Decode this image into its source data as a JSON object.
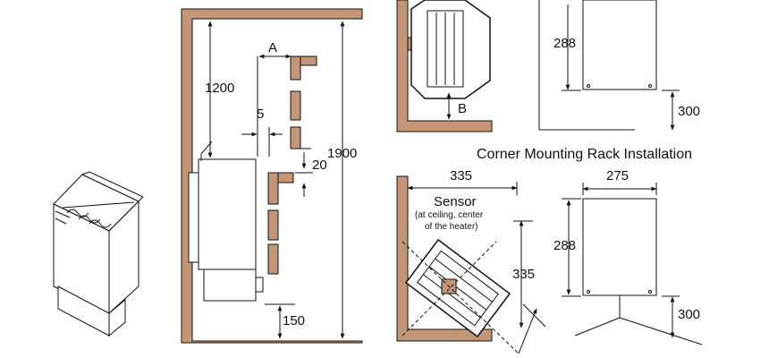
{
  "colors": {
    "wood": "#c29676",
    "stroke": "#111111",
    "background": "#ffffff"
  },
  "side_view": {
    "dim_a": "A",
    "dim_1200": "1200",
    "dim_5": "5",
    "dim_20": "20",
    "dim_1900": "1900",
    "dim_150": "150"
  },
  "wall_mount": {
    "dim_b": "B",
    "dim_288": "288",
    "dim_300": "300"
  },
  "corner": {
    "title": "Corner Mounting Rack Installation",
    "dim_335_top": "335",
    "dim_275": "275",
    "sensor_label": "Sensor",
    "sensor_note_1": "(at ceiling, center",
    "sensor_note_2": "of the heater)",
    "dim_335_right": "335",
    "dim_288": "288",
    "dim_300": "300"
  }
}
